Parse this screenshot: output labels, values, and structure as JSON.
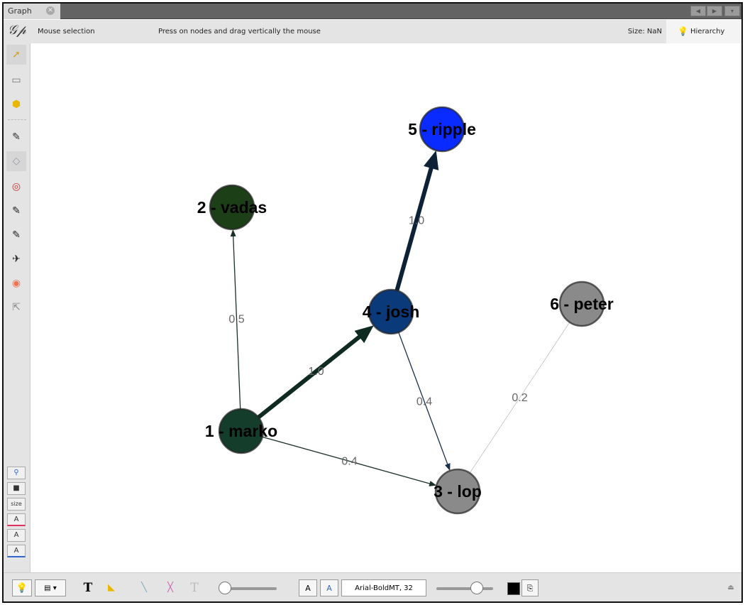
{
  "tab": {
    "label": "Graph",
    "close_icon": "close-icon"
  },
  "topbar": {
    "mode": "Mouse selection",
    "hint": "Press on nodes and drag vertically the mouse",
    "size": "Size: NaN",
    "hierarchy": "Hierarchy"
  },
  "left_toolbar": {
    "size_label": "size",
    "text_labels": [
      "A",
      "A",
      "A"
    ]
  },
  "bottom_toolbar": {
    "font": "Arial-BoldMT, 32",
    "font_a": "A",
    "font_b": "A"
  },
  "graph": {
    "nodes": [
      {
        "id": "1",
        "label": "1 - marko",
        "color": "#143d2b"
      },
      {
        "id": "2",
        "label": "2 - vadas",
        "color": "#1c3f17"
      },
      {
        "id": "3",
        "label": "3 - lop",
        "color": "#8a8a8a"
      },
      {
        "id": "4",
        "label": "4 - josh",
        "color": "#0b3a7a"
      },
      {
        "id": "5",
        "label": "5 - ripple",
        "color": "#0a2bff"
      },
      {
        "id": "6",
        "label": "6 - peter",
        "color": "#8a8a8a"
      }
    ],
    "edges": [
      {
        "source": "1",
        "target": "2",
        "weight": "0.5",
        "color": "#1a2f25"
      },
      {
        "source": "1",
        "target": "4",
        "weight": "1.0",
        "color": "#0f2a20"
      },
      {
        "source": "1",
        "target": "3",
        "weight": "0.4",
        "color": "#1a2f25"
      },
      {
        "source": "4",
        "target": "5",
        "weight": "1.0",
        "color": "#0d2236"
      },
      {
        "source": "4",
        "target": "3",
        "weight": "0.4",
        "color": "#1a2f4a"
      },
      {
        "source": "6",
        "target": "3",
        "weight": "0.2",
        "color": "#aaaaaa"
      }
    ]
  }
}
